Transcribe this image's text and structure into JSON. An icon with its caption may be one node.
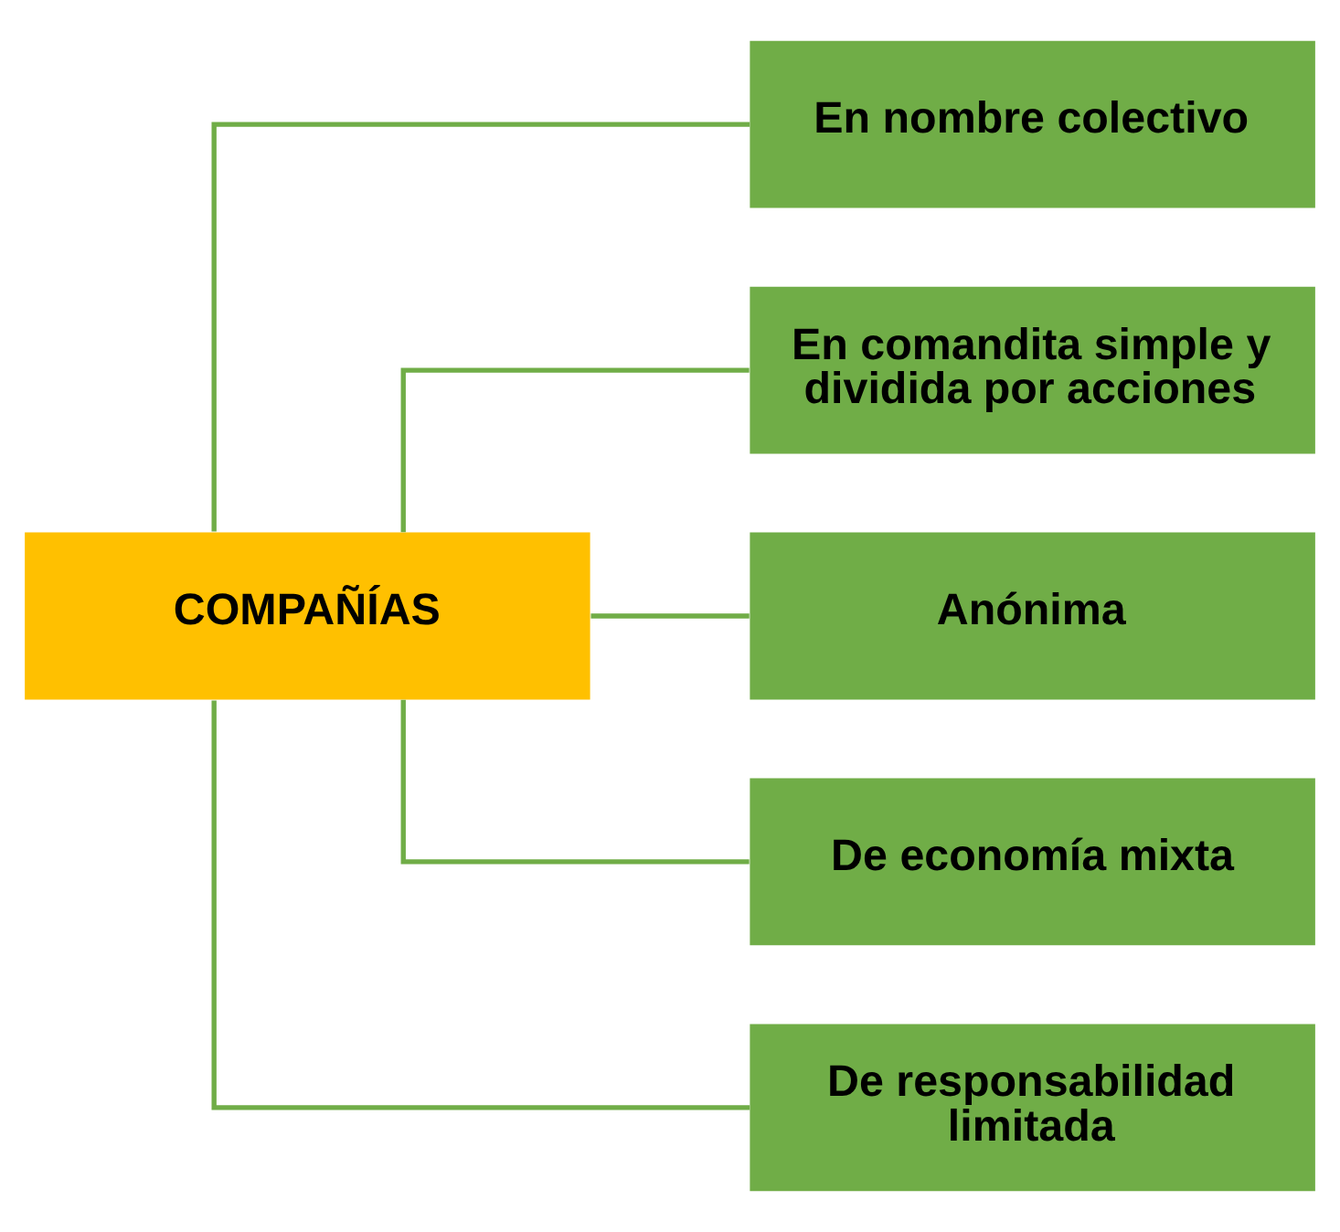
{
  "diagram": {
    "nodes": [
      {
        "text": [
          "COMPAÑÍAS"
        ]
      },
      {
        "text": [
          "En nombre colectivo"
        ]
      },
      {
        "text": [
          "En comandita simple y dividida por acciones"
        ]
      },
      {
        "text": [
          "Anónima"
        ]
      },
      {
        "text": [
          "De economía mixta"
        ]
      },
      {
        "text": [
          "De responsabilidad limitada"
        ]
      }
    ],
    "edges": [
      {
        "from": 0,
        "to": 1,
        "arrow": "none"
      },
      {
        "from": 0,
        "to": 2,
        "arrow": "none"
      },
      {
        "from": 0,
        "to": 3,
        "arrow": "none"
      },
      {
        "from": 0,
        "to": 4,
        "arrow": "none"
      },
      {
        "from": 0,
        "to": 5,
        "arrow": "none"
      }
    ]
  }
}
